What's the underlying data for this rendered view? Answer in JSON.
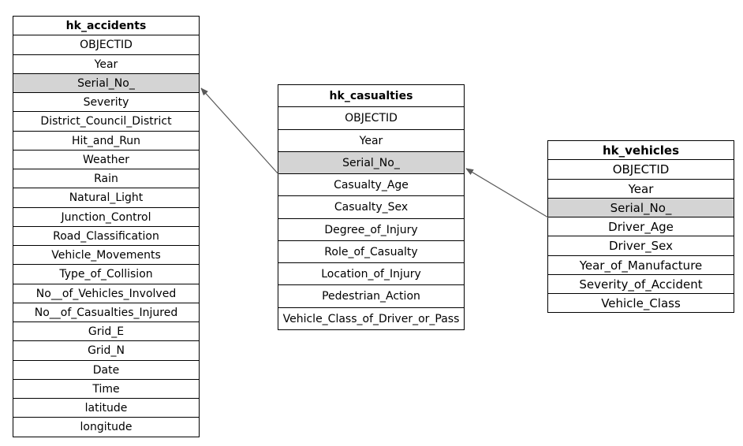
{
  "entities": {
    "accidents": {
      "name": "hk_accidents",
      "fields": [
        "OBJECTID",
        "Year",
        "Serial_No_",
        "Severity",
        "District_Council_District",
        "Hit_and_Run",
        "Weather",
        "Rain",
        "Natural_Light",
        "Junction_Control",
        "Road_Classification",
        "Vehicle_Movements",
        "Type_of_Collision",
        "No__of_Vehicles_Involved",
        "No__of_Casualties_Injured",
        "Grid_E",
        "Grid_N",
        "Date",
        "Time",
        "latitude",
        "longitude"
      ],
      "key_field": "Serial_No_"
    },
    "casualties": {
      "name": "hk_casualties",
      "fields": [
        "OBJECTID",
        "Year",
        "Serial_No_",
        "Casualty_Age",
        "Casualty_Sex",
        "Degree_of_Injury",
        "Role_of_Casualty",
        "Location_of_Injury",
        "Pedestrian_Action",
        "Vehicle_Class_of_Driver_or_Pass"
      ],
      "key_field": "Serial_No_"
    },
    "vehicles": {
      "name": "hk_vehicles",
      "fields": [
        "OBJECTID",
        "Year",
        "Serial_No_",
        "Driver_Age",
        "Driver_Sex",
        "Year_of_Manufacture",
        "Severity_of_Accident",
        "Vehicle_Class"
      ],
      "key_field": "Serial_No_"
    }
  },
  "relations": [
    {
      "from": "casualties",
      "to": "accidents",
      "field": "Serial_No_"
    },
    {
      "from": "vehicles",
      "to": "casualties",
      "field": "Serial_No_"
    }
  ],
  "colors": {
    "key_highlight": "#d4d4d4",
    "border": "#000000",
    "connector": "#595959"
  }
}
